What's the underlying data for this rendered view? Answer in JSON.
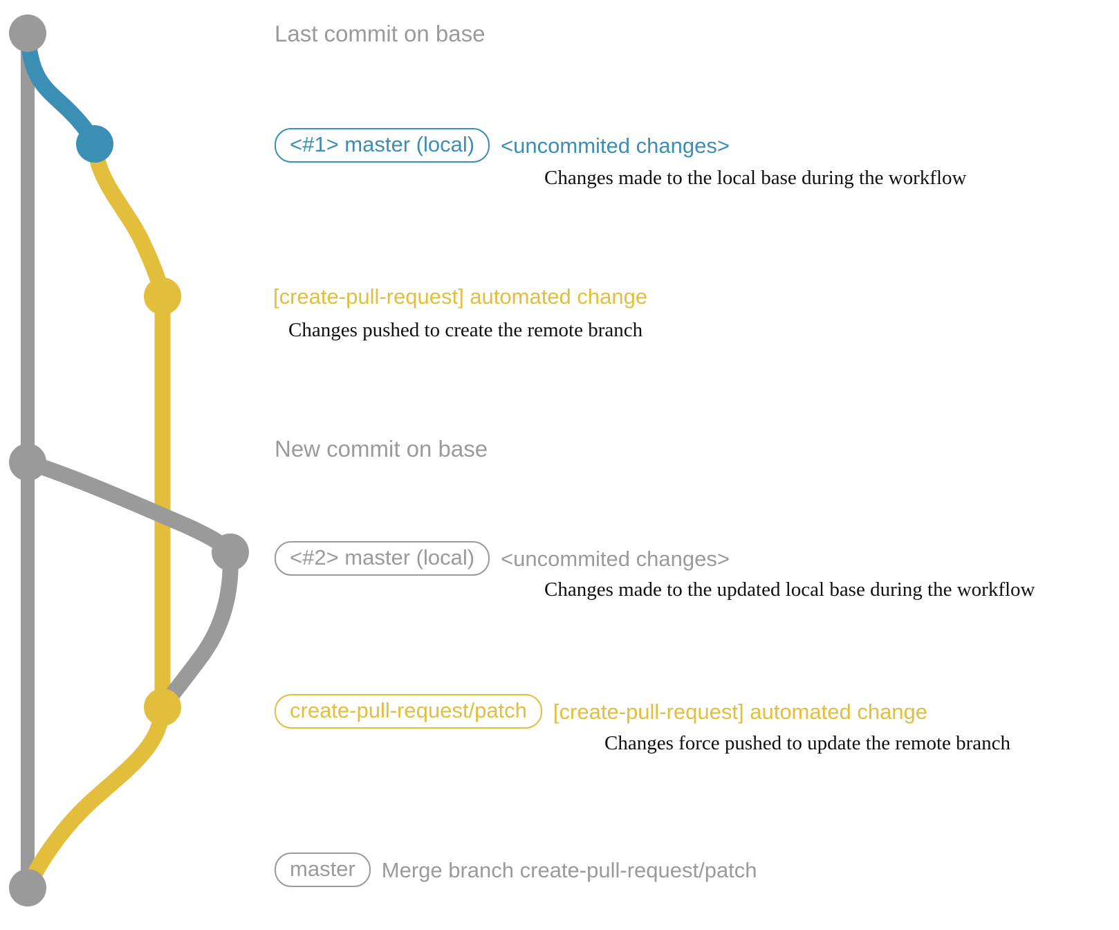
{
  "diagram": {
    "title": "git create-pull-request workflow graph",
    "colors": {
      "base": "#9a9a9a",
      "local": "#3b8eb4",
      "remote": "#e3bd3c",
      "note": "#101010",
      "background": "#ffffff"
    }
  },
  "commits": [
    {
      "id": "last-commit-on-base",
      "branch": "base",
      "color": "#9a9a9a",
      "badge": null,
      "subject": "Last commit on base",
      "note": null
    },
    {
      "id": "master-local-1",
      "branch": "local",
      "color": "#3b8eb4",
      "badge": "<#1> master (local)",
      "subject": "<uncommited changes>",
      "note": "Changes made to the local base during the workflow"
    },
    {
      "id": "automated-change-1",
      "branch": "remote",
      "color": "#e3bd3c",
      "badge": null,
      "subject": "[create-pull-request] automated change",
      "note": "Changes pushed to create the remote branch"
    },
    {
      "id": "new-commit-on-base",
      "branch": "base",
      "color": "#9a9a9a",
      "badge": null,
      "subject": "New commit on base",
      "note": null
    },
    {
      "id": "master-local-2",
      "branch": "local",
      "color": "#9a9a9a",
      "badge": "<#2> master (local)",
      "subject": "<uncommited changes>",
      "note": "Changes made to the updated local base during the workflow"
    },
    {
      "id": "automated-change-2",
      "branch": "remote",
      "color": "#e3bd3c",
      "badge": "create-pull-request/patch",
      "subject": "[create-pull-request] automated change",
      "note": "Changes force pushed to update the remote branch"
    },
    {
      "id": "merge-commit",
      "branch": "base",
      "color": "#9a9a9a",
      "badge": "master",
      "subject": "Merge branch create-pull-request/patch",
      "note": null
    }
  ]
}
